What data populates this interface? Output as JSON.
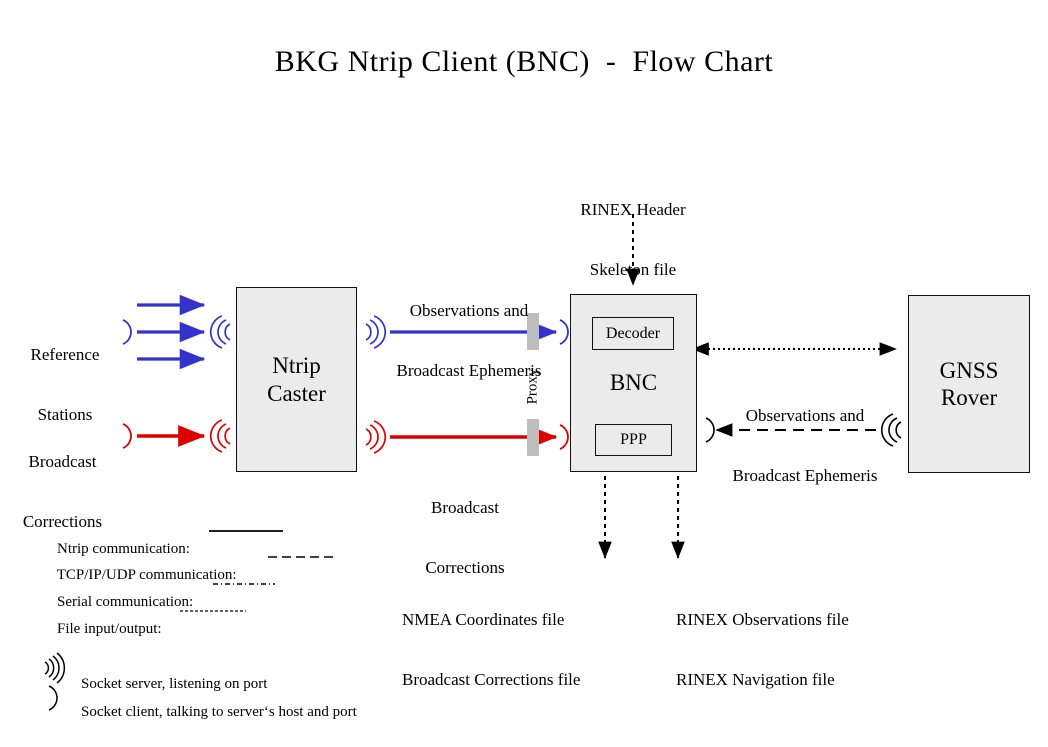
{
  "title": "BKG Ntrip Client (BNC)  -  Flow Chart",
  "colors": {
    "ntrip_blue": "#3333cc",
    "corrections_red": "#dd0000",
    "node_fill": "#ebebeb",
    "node_border": "#111111",
    "proxy_bar": "#bdbdbd",
    "line_black": "#000000"
  },
  "nodes": {
    "ntrip_caster": "Ntrip\nCaster",
    "ntrip_caster_line1": "Ntrip",
    "ntrip_caster_line2": "Caster",
    "bnc": "BNC",
    "decoder": "Decoder",
    "ppp": "PPP",
    "gnss_rover_line1": "GNSS",
    "gnss_rover_line2": "Rover",
    "proxy": "Proxy"
  },
  "sources": {
    "reference_stations_line1": "Reference",
    "reference_stations_line2": "Stations",
    "broadcast_corrections_line1": "Broadcast",
    "broadcast_corrections_line2": "Corrections"
  },
  "flow_labels": {
    "caster_to_bnc_line1": "Observations and",
    "caster_to_bnc_line2": "Broadcast Ephemeris",
    "caster_to_bnc_red_line1": "Broadcast",
    "caster_to_bnc_red_line2": "Corrections",
    "rinex_skeleton_line1": "RINEX Header",
    "rinex_skeleton_line2": "Skeleton file",
    "bnc_to_rover_line1": "Observations and",
    "bnc_to_rover_line2": "Broadcast Ephemeris"
  },
  "outputs": {
    "left_line1": "NMEA Coordinates file",
    "left_line2": "Broadcast Corrections file",
    "right_line1": "RINEX Observations file",
    "right_line2": "RINEX Navigation file"
  },
  "legend": {
    "items": [
      {
        "label": "Ntrip communication:",
        "style": "solid"
      },
      {
        "label": "TCP/IP/UDP communication:",
        "style": "dashed"
      },
      {
        "label": "Serial communication:",
        "style": "dash-dot"
      },
      {
        "label": "File input/output:",
        "style": "dotted"
      }
    ],
    "sockets": [
      {
        "icon": "socket-server-icon",
        "label": "Socket server, listening on port"
      },
      {
        "icon": "socket-client-icon",
        "label": "Socket client, talking to server‘s host and port"
      }
    ]
  }
}
